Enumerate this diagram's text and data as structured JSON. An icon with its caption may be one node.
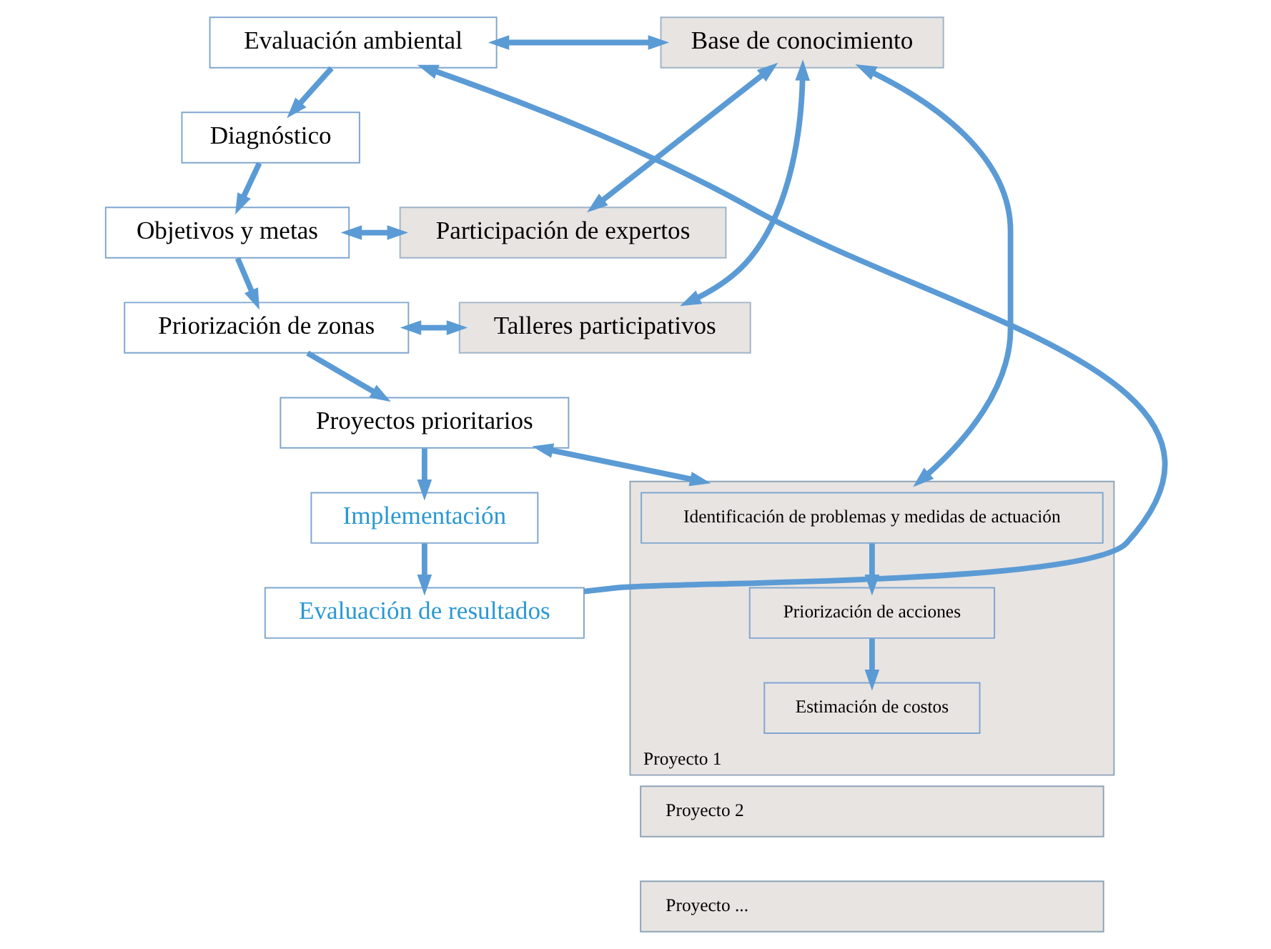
{
  "diagram": {
    "nodes": [
      {
        "text": [
          "Evaluación ambiental"
        ]
      },
      {
        "text": [
          "Base de conocimiento"
        ]
      },
      {
        "text": [
          "Diagnóstico"
        ]
      },
      {
        "text": [
          "Objetivos y metas"
        ]
      },
      {
        "text": [
          "Participación de expertos"
        ]
      },
      {
        "text": [
          "Priorización de zonas"
        ]
      },
      {
        "text": [
          "Talleres participativos"
        ]
      },
      {
        "text": [
          "Proyectos prioritarios"
        ]
      },
      {
        "text": [
          "Proyecto 1"
        ]
      },
      {
        "text": [
          "Identificación de problemas y medidas de actuación"
        ],
        "in": 8
      },
      {
        "text": [
          "Priorización de acciones"
        ],
        "in": 8
      },
      {
        "text": [
          "Estimación de costos"
        ],
        "in": 8
      },
      {
        "text": [
          "Proyecto 2"
        ]
      },
      {
        "text": [
          "Proyecto ..."
        ]
      },
      {
        "text": [
          "Implementación"
        ]
      },
      {
        "text": [
          "Evaluación de resultados"
        ]
      }
    ],
    "edges": [
      {
        "from": 0,
        "to": 1,
        "arrow": "both"
      },
      {
        "from": 0,
        "to": 2,
        "arrow": "to"
      },
      {
        "from": 2,
        "to": 3,
        "arrow": "to"
      },
      {
        "from": 1,
        "to": 4,
        "arrow": "both"
      },
      {
        "from": 3,
        "to": 4,
        "arrow": "both"
      },
      {
        "from": 3,
        "to": 5,
        "arrow": "to"
      },
      {
        "from": 5,
        "to": 6,
        "arrow": "both"
      },
      {
        "from": 1,
        "to": 6,
        "arrow": "both"
      },
      {
        "from": 5,
        "to": 7,
        "arrow": "to"
      },
      {
        "from": 7,
        "to": 8,
        "arrow": "both"
      },
      {
        "from": 1,
        "to": 8,
        "arrow": "both"
      },
      {
        "from": 9,
        "to": 10,
        "arrow": "to"
      },
      {
        "from": 10,
        "to": 11,
        "arrow": "to"
      },
      {
        "from": 7,
        "to": 14,
        "arrow": "to"
      },
      {
        "from": 14,
        "to": 15,
        "arrow": "to"
      },
      {
        "from": 15,
        "to": 0,
        "arrow": "to"
      }
    ]
  }
}
